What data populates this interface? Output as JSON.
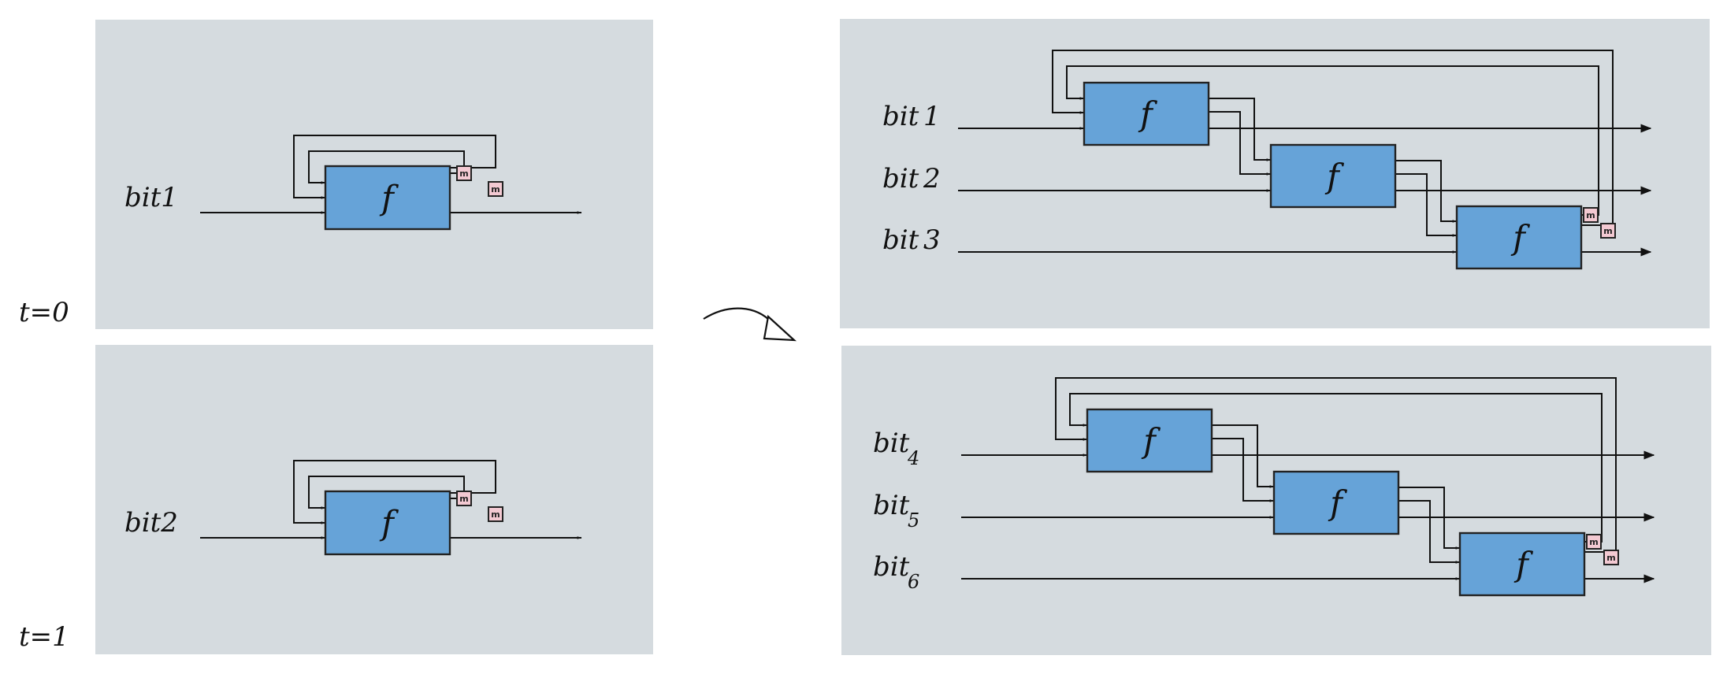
{
  "box_label": "f",
  "memory_label": "m",
  "time_labels": [
    "t=0",
    "t=1"
  ],
  "left_panels": [
    {
      "input_label": "bit1"
    },
    {
      "input_label": "bit2"
    }
  ],
  "right_panels": [
    {
      "rows": [
        {
          "base": "bit",
          "num": "1",
          "sub": false
        },
        {
          "base": "bit",
          "num": "2",
          "sub": false
        },
        {
          "base": "bit",
          "num": "3",
          "sub": false
        }
      ]
    },
    {
      "rows": [
        {
          "base": "bit",
          "num": "4",
          "sub": true
        },
        {
          "base": "bit",
          "num": "5",
          "sub": true
        },
        {
          "base": "bit",
          "num": "6",
          "sub": true
        }
      ]
    }
  ],
  "arrow_icon": "curved-arrow-icon"
}
